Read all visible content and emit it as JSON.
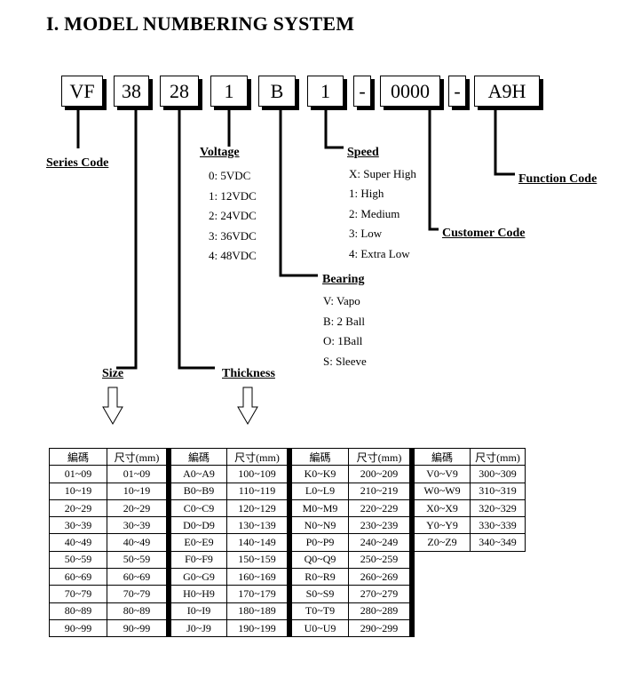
{
  "title": "I.  MODEL NUMBERING SYSTEM",
  "model": {
    "segments": [
      "VF",
      "38",
      "28",
      "1",
      "B",
      "1",
      "-",
      "0000",
      "-",
      "A9H"
    ]
  },
  "labels": {
    "series_code": "Series Code",
    "voltage": "Voltage",
    "speed": "Speed",
    "bearing": "Bearing",
    "customer_code": "Customer Code",
    "function_code": "Function Code",
    "size": "Size",
    "thickness": "Thickness"
  },
  "voltage_options": [
    "0: 5VDC",
    "1: 12VDC",
    "2: 24VDC",
    "3: 36VDC",
    "4: 48VDC"
  ],
  "speed_options": [
    "X: Super High",
    "1: High",
    "2: Medium",
    "3: Low",
    "4: Extra Low"
  ],
  "bearing_options": [
    "V: Vapo",
    "B: 2 Ball",
    "O: 1Ball",
    "S: Sleeve"
  ],
  "table": {
    "header_code": "編碼",
    "header_size": "尺寸(mm)",
    "groups": [
      [
        [
          "01~09",
          "01~09"
        ],
        [
          "10~19",
          "10~19"
        ],
        [
          "20~29",
          "20~29"
        ],
        [
          "30~39",
          "30~39"
        ],
        [
          "40~49",
          "40~49"
        ],
        [
          "50~59",
          "50~59"
        ],
        [
          "60~69",
          "60~69"
        ],
        [
          "70~79",
          "70~79"
        ],
        [
          "80~89",
          "80~89"
        ],
        [
          "90~99",
          "90~99"
        ]
      ],
      [
        [
          "A0~A9",
          "100~109"
        ],
        [
          "B0~B9",
          "110~119"
        ],
        [
          "C0~C9",
          "120~129"
        ],
        [
          "D0~D9",
          "130~139"
        ],
        [
          "E0~E9",
          "140~149"
        ],
        [
          "F0~F9",
          "150~159"
        ],
        [
          "G0~G9",
          "160~169"
        ],
        [
          "H0~H9",
          "170~179"
        ],
        [
          "I0~I9",
          "180~189"
        ],
        [
          "J0~J9",
          "190~199"
        ]
      ],
      [
        [
          "K0~K9",
          "200~209"
        ],
        [
          "L0~L9",
          "210~219"
        ],
        [
          "M0~M9",
          "220~229"
        ],
        [
          "N0~N9",
          "230~239"
        ],
        [
          "P0~P9",
          "240~249"
        ],
        [
          "Q0~Q9",
          "250~259"
        ],
        [
          "R0~R9",
          "260~269"
        ],
        [
          "S0~S9",
          "270~279"
        ],
        [
          "T0~T9",
          "280~289"
        ],
        [
          "U0~U9",
          "290~299"
        ]
      ],
      [
        [
          "V0~V9",
          "300~309"
        ],
        [
          "W0~W9",
          "310~319"
        ],
        [
          "X0~X9",
          "320~329"
        ],
        [
          "Y0~Y9",
          "330~339"
        ],
        [
          "Z0~Z9",
          "340~349"
        ]
      ]
    ]
  }
}
